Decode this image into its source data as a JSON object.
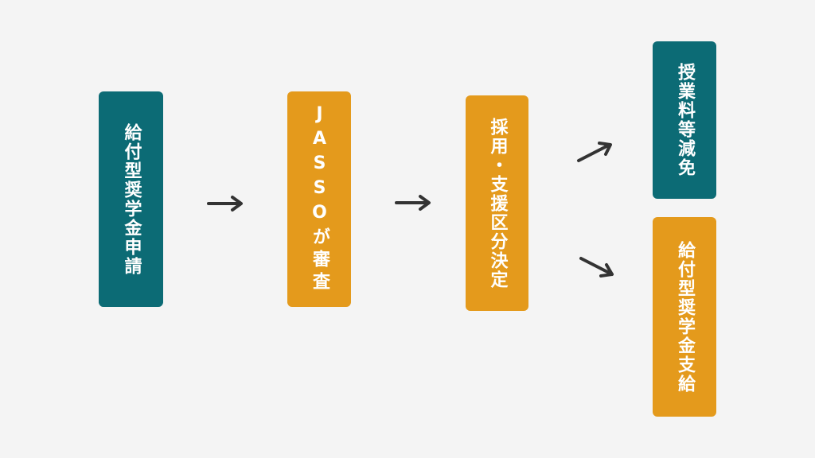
{
  "colors": {
    "teal": "#0c6b75",
    "orange": "#e49a1c",
    "arrow": "#333333",
    "background": "#f4f4f4"
  },
  "steps": {
    "apply": "給付型奨学金申請",
    "review": "JASSOが審査",
    "decision": "採用・支援区分決定",
    "tuition_reduction": "授業料等減免",
    "scholarship_payment": "給付型奨学金支給"
  }
}
